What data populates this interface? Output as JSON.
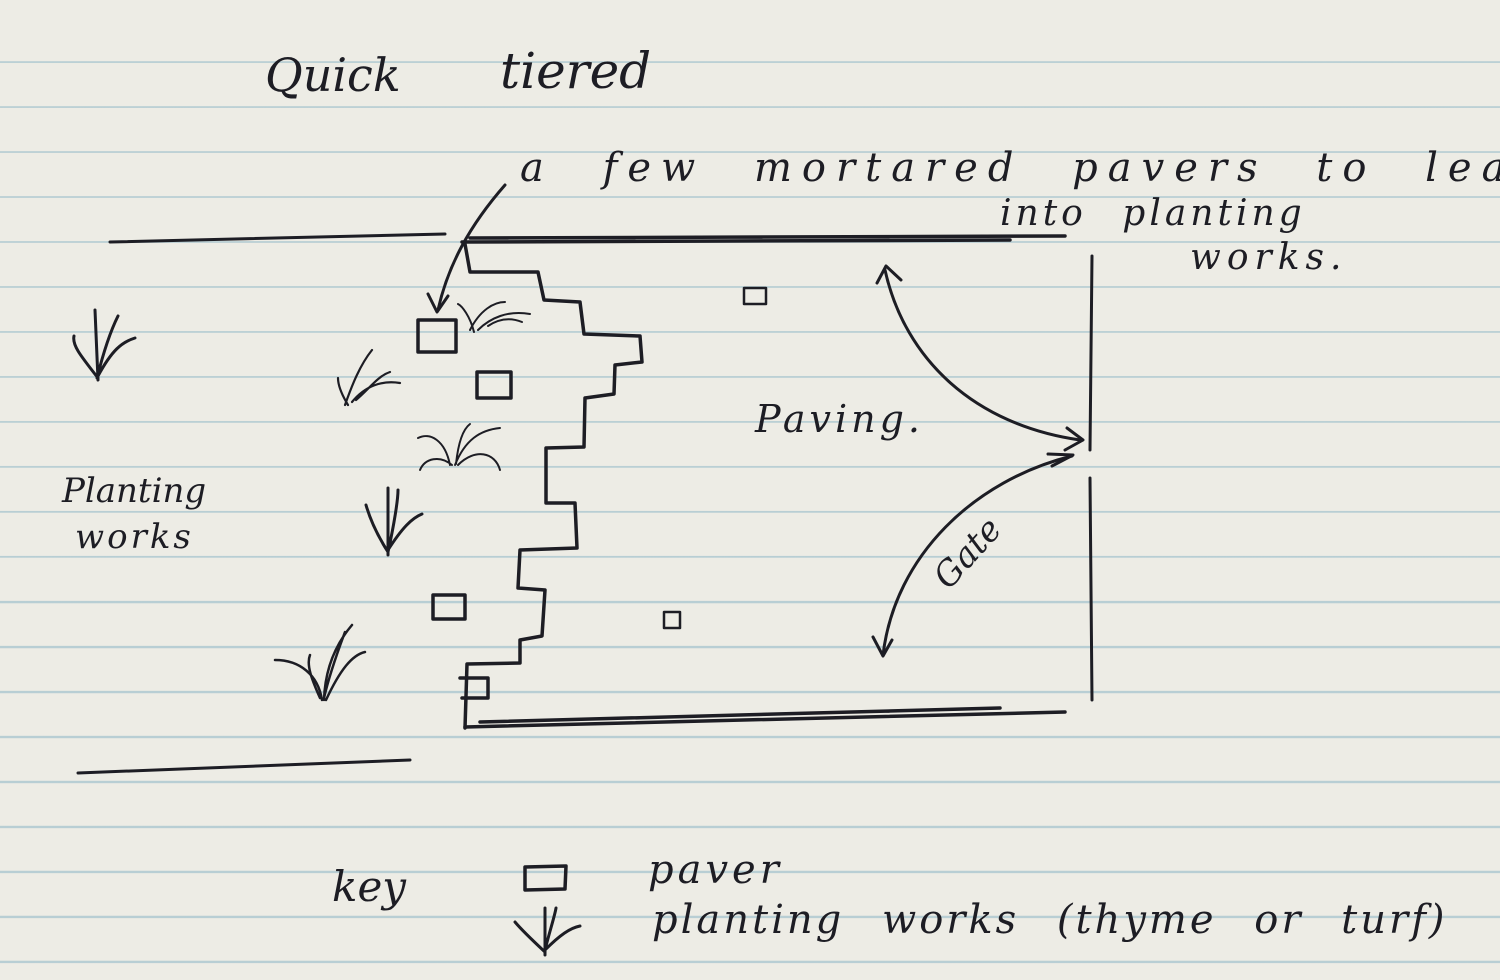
{
  "title": {
    "word1": "Quick",
    "word2": "tiered"
  },
  "annotation": {
    "line1": "a few mortared pavers to lead",
    "line2": "into planting",
    "line3": "works."
  },
  "labels": {
    "paving": "Paving.",
    "gate": "Gate",
    "planting_line1": "Planting",
    "planting_line2": "works"
  },
  "key": {
    "heading": "key",
    "paver": "paver",
    "planting": "planting works (thyme or turf)"
  },
  "colors": {
    "ink": "#1d1d24",
    "paper": "#edece5",
    "rule": "#78aabe"
  }
}
